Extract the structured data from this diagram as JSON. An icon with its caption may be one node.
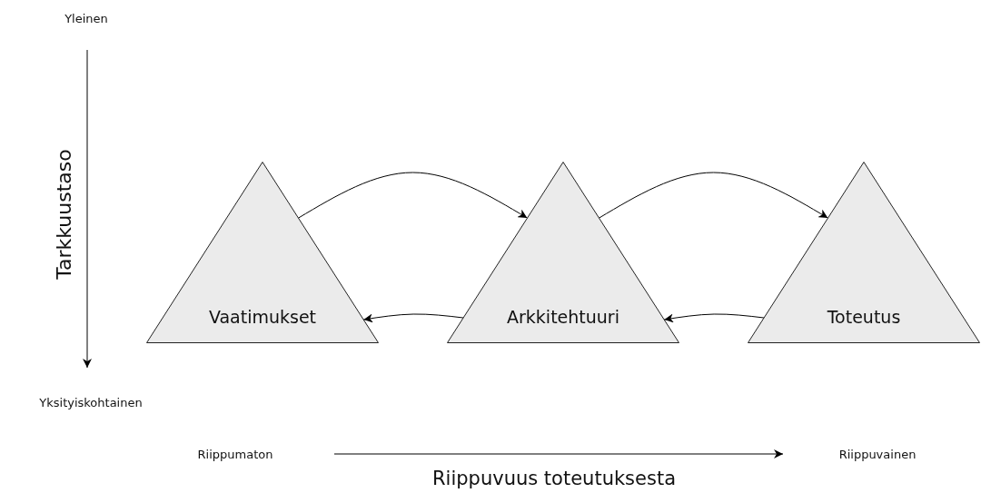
{
  "diagram": {
    "nodes": [
      {
        "text": [
          "Vaatimukset"
        ]
      },
      {
        "text": [
          "Arkkitehtuuri"
        ]
      },
      {
        "text": [
          "Toteutus"
        ]
      }
    ],
    "edges": [
      {
        "from": 0,
        "to": 1,
        "arrow": "to"
      },
      {
        "from": 1,
        "to": 2,
        "arrow": "to"
      },
      {
        "from": 1,
        "to": 0,
        "arrow": "to"
      },
      {
        "from": 2,
        "to": 1,
        "arrow": "to"
      }
    ],
    "labels": [
      "Yleinen",
      "Tarkkuustaso",
      "Yksityiskohtainen",
      "Riippumaton",
      "Riippuvainen",
      "Riippuvuus toteutuksesta"
    ]
  }
}
